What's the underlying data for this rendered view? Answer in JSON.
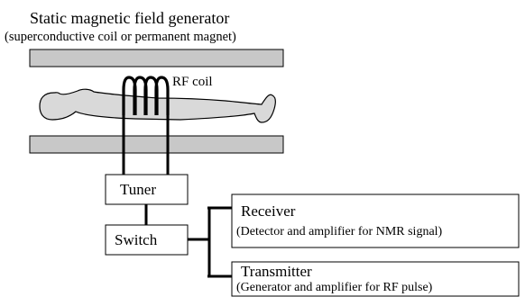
{
  "title": "Static magnetic field generator",
  "subtitle": "(superconductive coil or permanent magnet)",
  "rf_coil_label": "RF coil",
  "tuner_label": "Tuner",
  "switch_label": "Switch",
  "receiver": {
    "title": "Receiver",
    "desc": "(Detector and amplifier for NMR signal)"
  },
  "transmitter": {
    "title": "Transmitter",
    "desc": "(Generator and amplifier for RF pulse)"
  },
  "colors": {
    "magnet_fill": "#c8c8c8",
    "body_fill": "#d9d9d9",
    "line": "#000000"
  }
}
